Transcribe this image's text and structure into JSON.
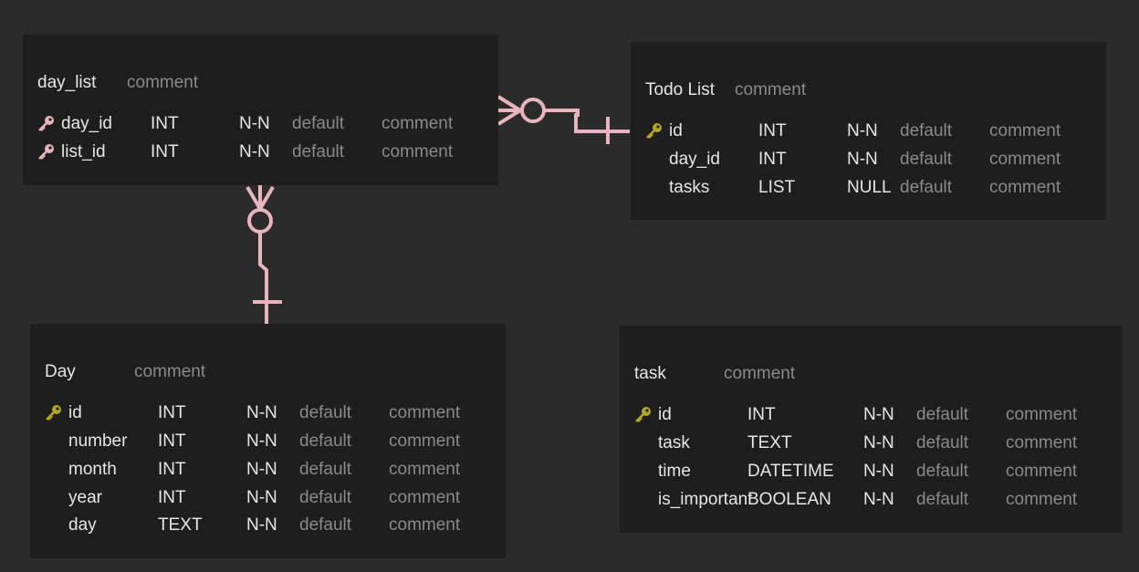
{
  "colors": {
    "background": "#2b2b2b",
    "table_bg": "#1e1e1e",
    "text": "#e6e6e6",
    "muted": "#8a8a8a",
    "relation_line": "#e8b4bf",
    "primary_key": "#b5a825",
    "foreign_key": "#e8b4bf"
  },
  "tables": {
    "day_list": {
      "name": "day_list",
      "comment": "comment",
      "columns": [
        {
          "key": "foreign-key-icon",
          "name": "day_id",
          "type": "INT",
          "null": "N-N",
          "default": "default",
          "comment": "comment"
        },
        {
          "key": "foreign-key-icon",
          "name": "list_id",
          "type": "INT",
          "null": "N-N",
          "default": "default",
          "comment": "comment"
        }
      ]
    },
    "todo_list": {
      "name": "Todo List",
      "comment": "comment",
      "columns": [
        {
          "key": "primary-key-icon",
          "name": "id",
          "type": "INT",
          "null": "N-N",
          "default": "default",
          "comment": "comment"
        },
        {
          "key": "",
          "name": "day_id",
          "type": "INT",
          "null": "N-N",
          "default": "default",
          "comment": "comment"
        },
        {
          "key": "",
          "name": "tasks",
          "type": "LIST",
          "null": "NULL",
          "default": "default",
          "comment": "comment"
        }
      ]
    },
    "day": {
      "name": "Day",
      "comment": "comment",
      "columns": [
        {
          "key": "primary-key-icon",
          "name": "id",
          "type": "INT",
          "null": "N-N",
          "default": "default",
          "comment": "comment"
        },
        {
          "key": "",
          "name": "number",
          "type": "INT",
          "null": "N-N",
          "default": "default",
          "comment": "comment"
        },
        {
          "key": "",
          "name": "month",
          "type": "INT",
          "null": "N-N",
          "default": "default",
          "comment": "comment"
        },
        {
          "key": "",
          "name": "year",
          "type": "INT",
          "null": "N-N",
          "default": "default",
          "comment": "comment"
        },
        {
          "key": "",
          "name": "day",
          "type": "TEXT",
          "null": "N-N",
          "default": "default",
          "comment": "comment"
        }
      ]
    },
    "task": {
      "name": "task",
      "comment": "comment",
      "columns": [
        {
          "key": "primary-key-icon",
          "name": "id",
          "type": "INT",
          "null": "N-N",
          "default": "default",
          "comment": "comment"
        },
        {
          "key": "",
          "name": "task",
          "type": "TEXT",
          "null": "N-N",
          "default": "default",
          "comment": "comment"
        },
        {
          "key": "",
          "name": "time",
          "type": "DATETIME",
          "null": "N-N",
          "default": "default",
          "comment": "comment"
        },
        {
          "key": "",
          "name": "is_important",
          "type": "BOOLEAN",
          "null": "N-N",
          "default": "default",
          "comment": "comment"
        }
      ]
    }
  },
  "relations": [
    {
      "from": "day_list",
      "to": "todo_list",
      "from_end": "zero-or-many",
      "to_end": "exactly-one"
    },
    {
      "from": "day_list",
      "to": "day",
      "from_end": "zero-or-many",
      "to_end": "exactly-one"
    }
  ]
}
